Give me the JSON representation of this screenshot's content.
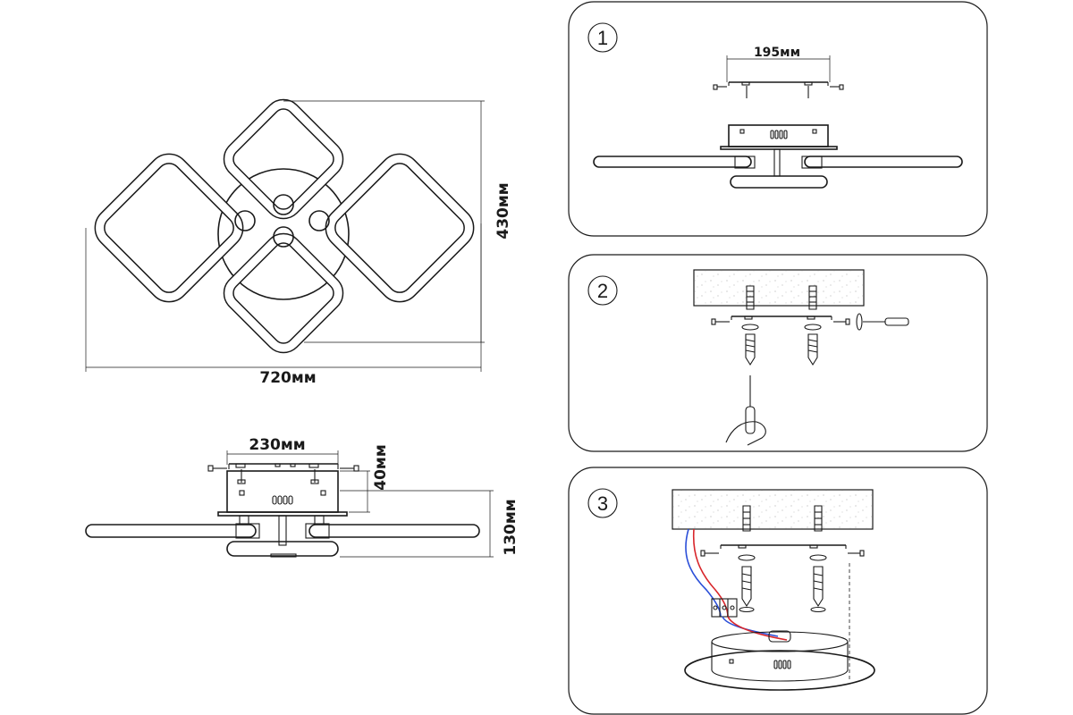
{
  "dimensions": {
    "width": "720мм",
    "height": "430мм",
    "base_width": "230мм",
    "base_height": "40мм",
    "total_height": "130мм",
    "bracket_width": "195мм"
  },
  "steps": [
    {
      "number": "1"
    },
    {
      "number": "2"
    },
    {
      "number": "3"
    }
  ],
  "colors": {
    "line": "#1a1a1a",
    "wire_blue": "#2b4fd8",
    "wire_red": "#d8262b"
  }
}
